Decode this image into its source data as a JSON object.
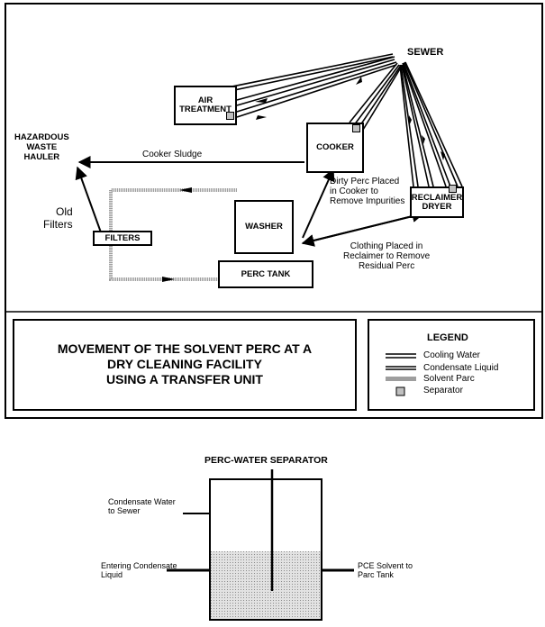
{
  "nodes": {
    "sewer": "SEWER",
    "air_treatment": [
      "AIR",
      "TREATMENT"
    ],
    "hazardous_waste_hauler": [
      "HAZARDOUS",
      "WASTE",
      "HAULER"
    ],
    "cooker": "COOKER",
    "washer": "WASHER",
    "filters": "FILTERS",
    "perc_tank": "PERC TANK",
    "reclaimer_dryer": [
      "RECLAIMER",
      "DRYER"
    ]
  },
  "annotations": {
    "cooker_sludge": "Cooker Sludge",
    "old_filters": [
      "Old",
      "Filters"
    ],
    "dirty_perc": [
      "Dirty Perc Placed",
      "in Cooker to",
      "Remove Impurities"
    ],
    "clothing": [
      "Clothing Placed in",
      "Reclaimer to Remove",
      "Residual Perc"
    ]
  },
  "title": [
    "MOVEMENT OF THE SOLVENT PERC AT A",
    "DRY CLEANING FACILITY",
    "USING A TRANSFER UNIT"
  ],
  "legend": {
    "heading": "LEGEND",
    "items": [
      {
        "label": "Cooling Water",
        "style": "cooling-water"
      },
      {
        "label": "Condensate Liquid",
        "style": "condensate-liquid"
      },
      {
        "label": "Solvent Parc",
        "style": "solvent-perc"
      },
      {
        "label": "Separator",
        "style": "separator"
      }
    ]
  },
  "separator_diagram": {
    "title": "PERC-WATER SEPARATOR",
    "inlet_top": [
      "Condensate Water",
      "to Sewer"
    ],
    "inlet_bottom": [
      "Entering Condensate",
      "Liquid"
    ],
    "outlet": [
      "PCE Solvent to",
      "Parc Tank"
    ]
  },
  "colors": {
    "line": "#000000",
    "solvent": "#a8a8a8",
    "separator_fill": "#c0c0c0",
    "liquid_fill": "#d4d4d4"
  }
}
